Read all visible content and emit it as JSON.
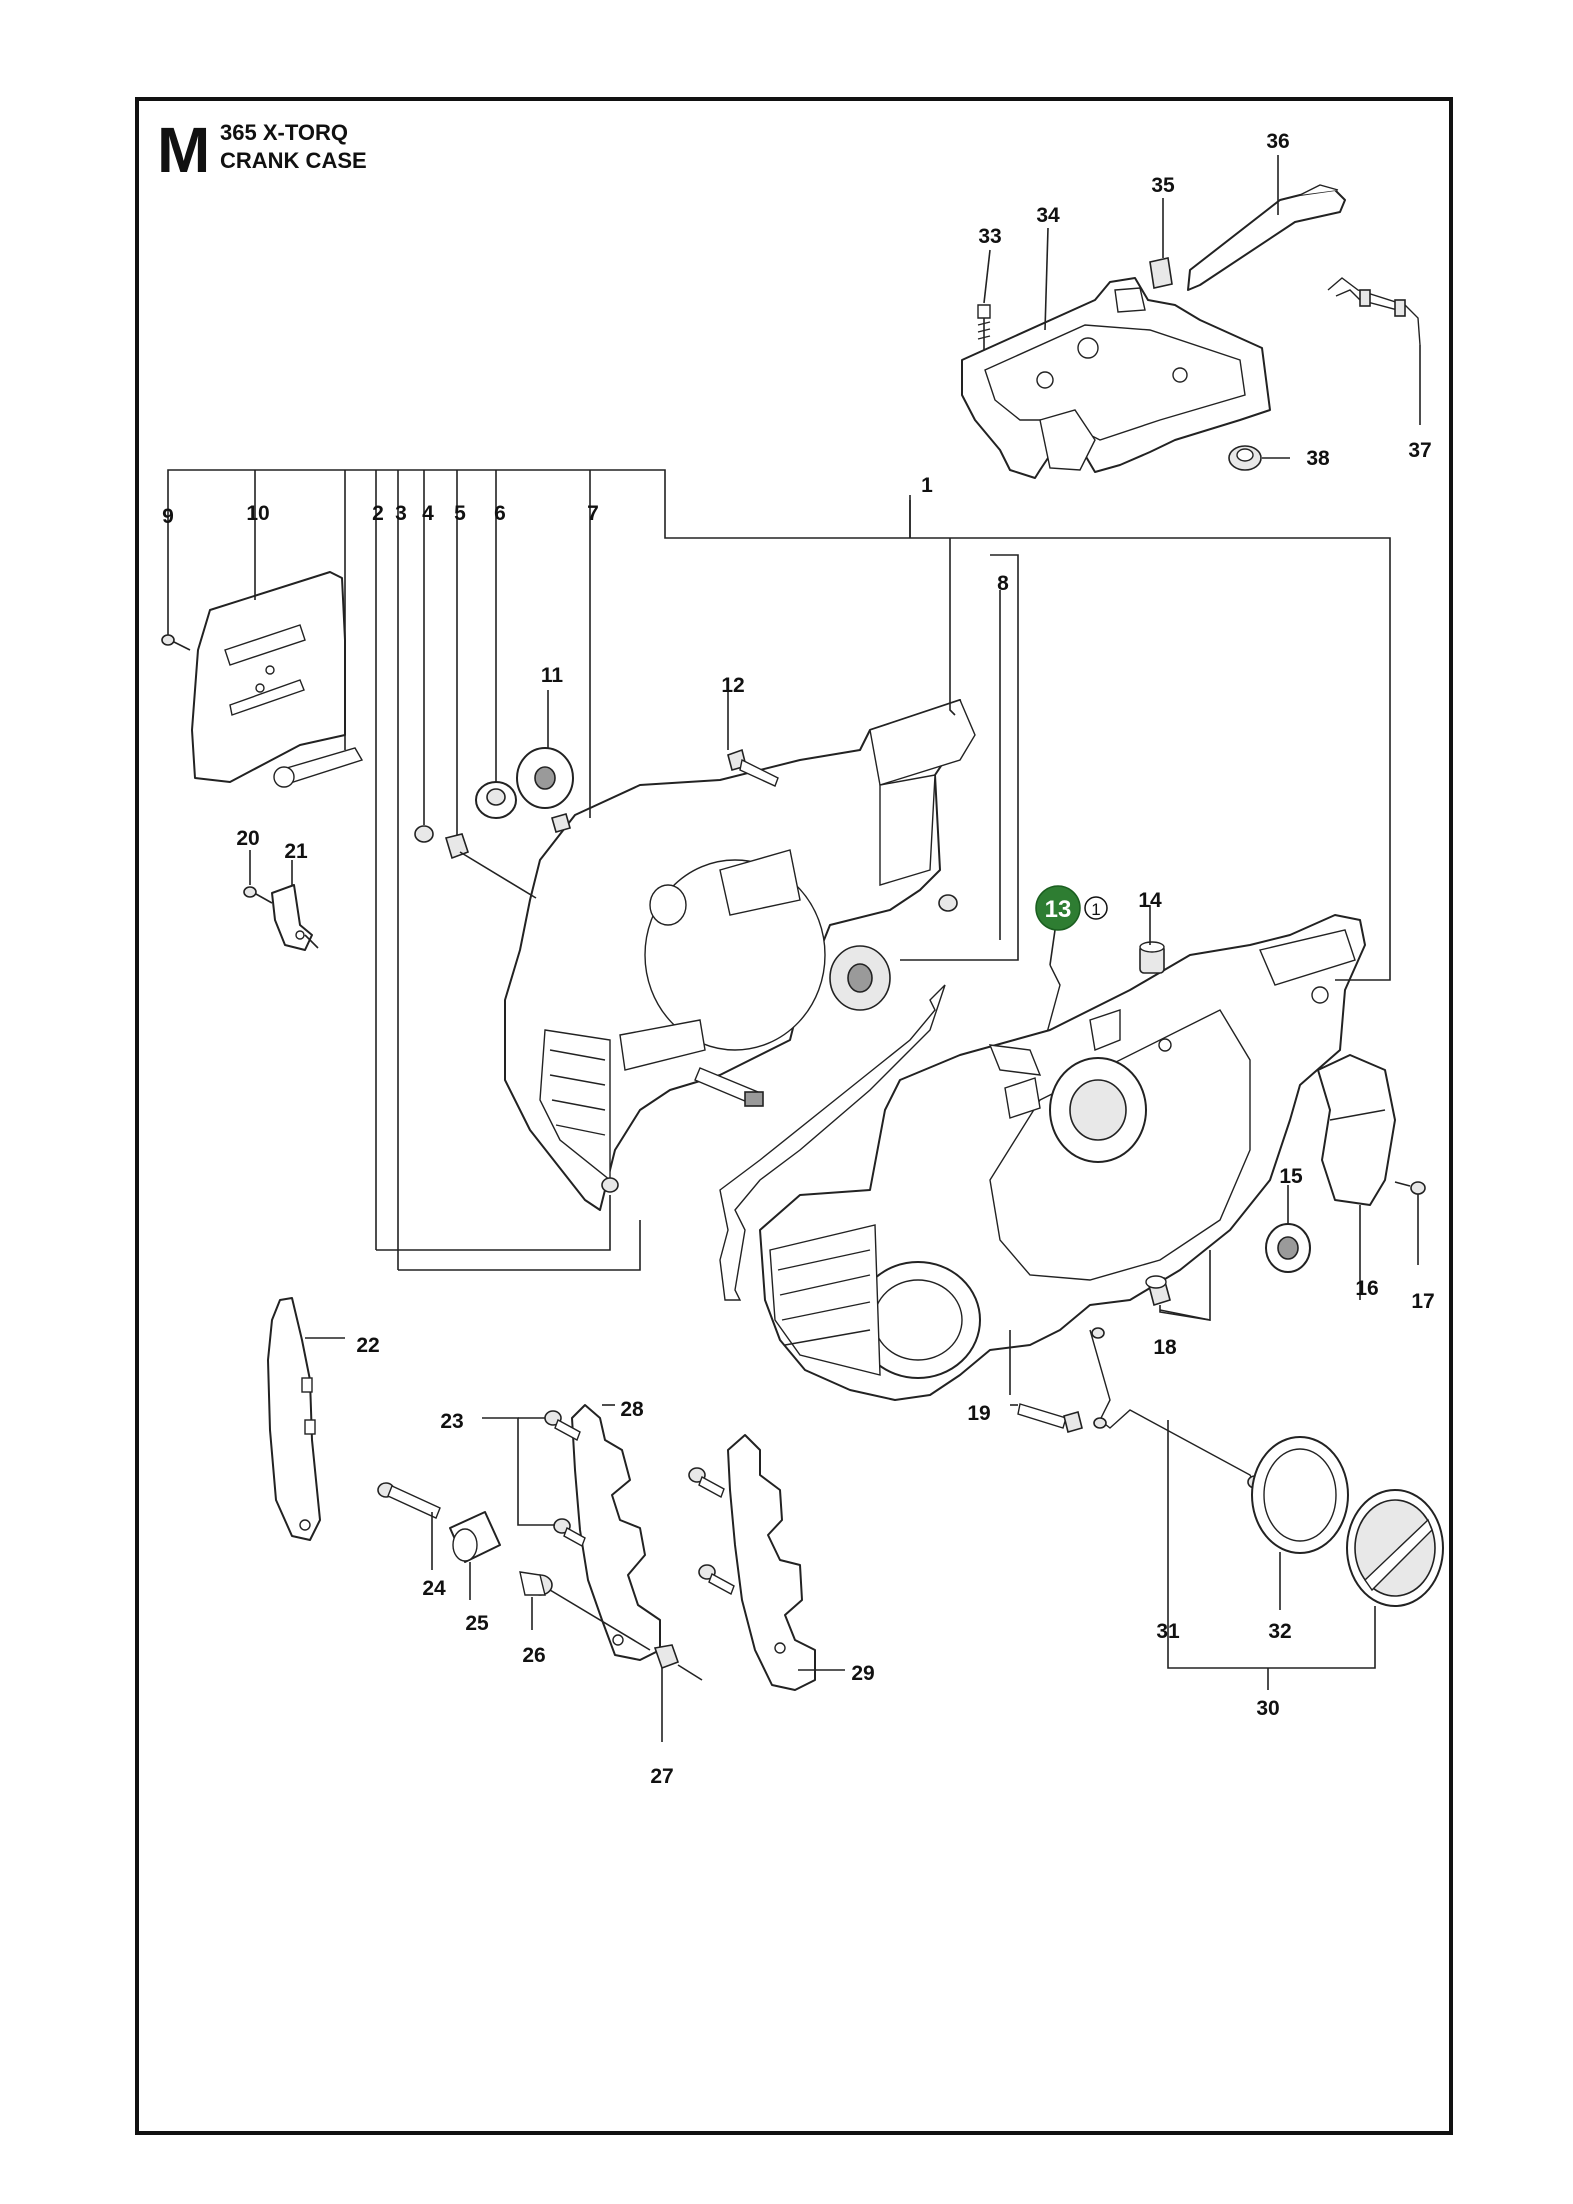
{
  "header": {
    "section_letter": "M",
    "model": "365 X-TORQ",
    "assembly": "CRANK CASE"
  },
  "highlight": {
    "label": "13",
    "note_symbol": "1",
    "color": "#2e7d32"
  },
  "callouts": [
    "1",
    "2",
    "3",
    "4",
    "5",
    "6",
    "7",
    "8",
    "9",
    "10",
    "11",
    "12",
    "14",
    "15",
    "16",
    "17",
    "18",
    "19",
    "20",
    "21",
    "22",
    "23",
    "24",
    "25",
    "26",
    "27",
    "28",
    "29",
    "30",
    "31",
    "32",
    "33",
    "34",
    "35",
    "36",
    "37",
    "38"
  ]
}
